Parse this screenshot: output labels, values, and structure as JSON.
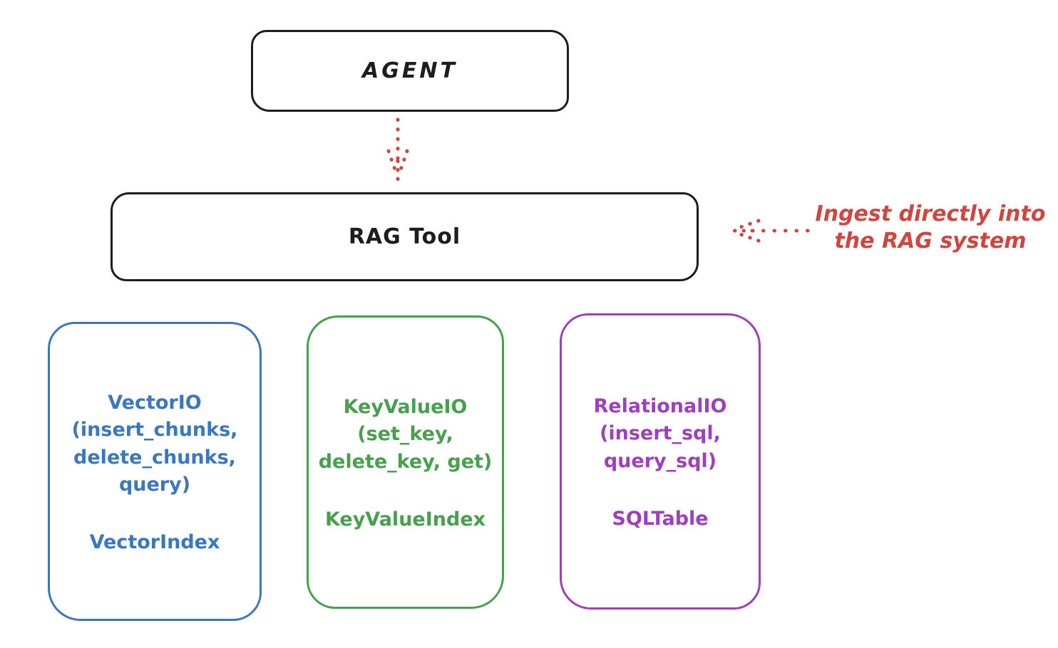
{
  "diagram": {
    "agent": {
      "label": "AGENT"
    },
    "rag_tool": {
      "label": "RAG Tool"
    },
    "annotation": {
      "label": "Ingest directly into\nthe RAG system",
      "color": "#d0453e"
    },
    "arrows": [
      {
        "name": "agent-to-ragtool",
        "direction": "down",
        "style": "dotted",
        "color": "#d0453e"
      },
      {
        "name": "annotation-to-ragtool",
        "direction": "left",
        "style": "dotted",
        "color": "#d0453e"
      }
    ],
    "backends": [
      {
        "name": "vector-io",
        "color": "#3a77c2",
        "io_label": "VectorIO\n(insert_chunks,\ndelete_chunks,\nquery)",
        "index_label": "VectorIndex"
      },
      {
        "name": "keyvalue-io",
        "color": "#47a04e",
        "io_label": "KeyValueIO\n(set_key,\ndelete_key, get)",
        "index_label": "KeyValueIndex"
      },
      {
        "name": "relational-io",
        "color": "#9e3fbf",
        "io_label": "RelationalIO\n(insert_sql,\nquery_sql)",
        "index_label": "SQLTable"
      }
    ]
  }
}
